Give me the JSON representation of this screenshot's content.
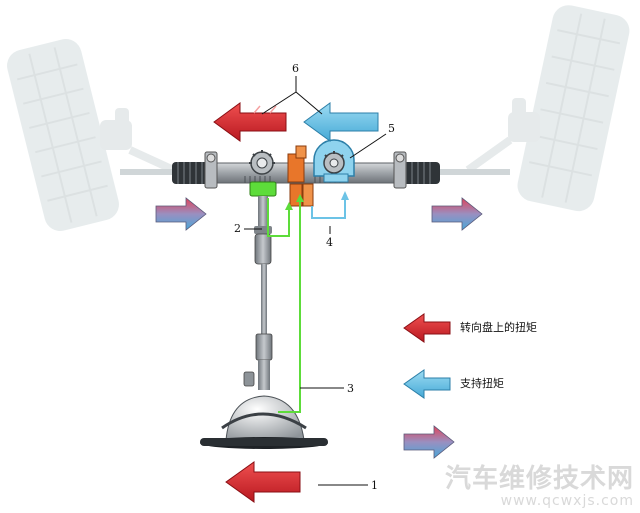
{
  "callouts": {
    "n1": "1",
    "n2": "2",
    "n3": "3",
    "n4": "4",
    "n5": "5",
    "n6": "6"
  },
  "legend": {
    "steering_torque": "转向盘上的扭矩",
    "support_torque": "支持扭矩"
  },
  "watermark": {
    "main": "汽车维修技术网",
    "url": "www.qcwxjs.com"
  },
  "colors": {
    "red_arrow": "#d8232a",
    "blue_arrow": "#6cc3e6",
    "flow_arrow_top": "#e0435a",
    "flow_arrow_bottom": "#4aa7d8",
    "sensor_green": "#5ddc3a",
    "motor_orange": "#e8762a",
    "rack_gray": "#9a9ea3",
    "wheel_gray": "#dde4e6"
  },
  "icons": [
    "left-wheel-icon",
    "right-wheel-icon",
    "steering-wheel-icon",
    "pinion-gear-icon",
    "servo-gear-icon"
  ]
}
